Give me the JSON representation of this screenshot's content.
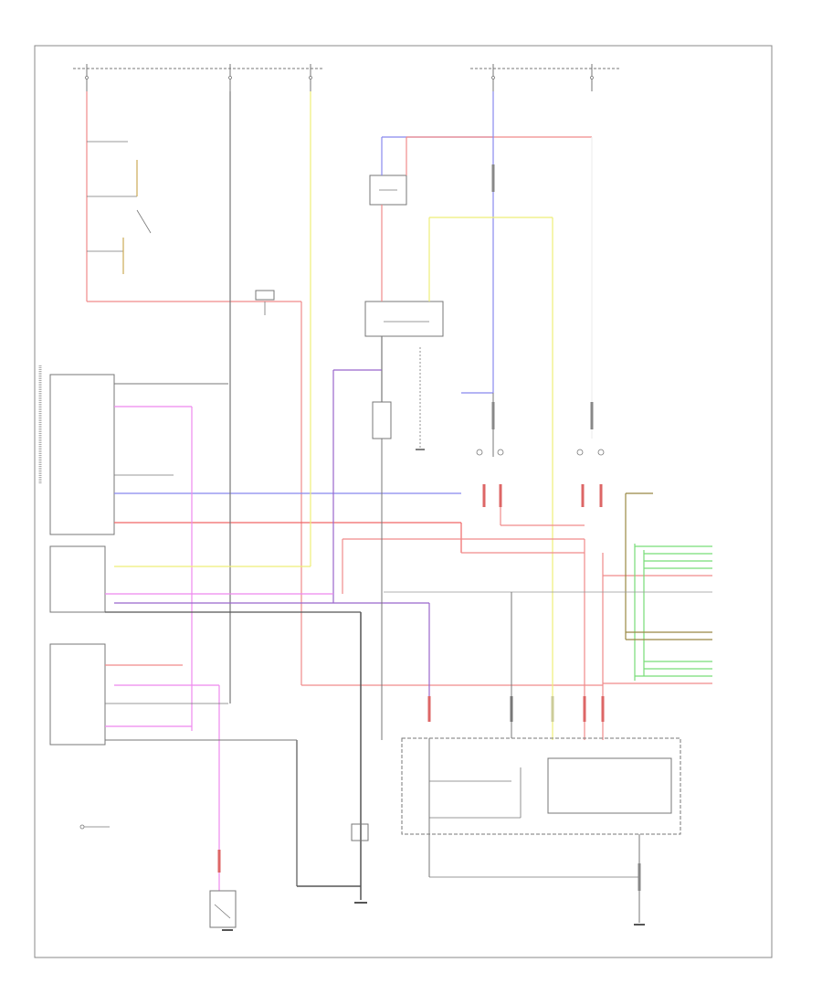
{
  "wire_colors": {
    "red": "#f08a8a",
    "blue": "#8888ee",
    "yellow": "#eeee77",
    "pink": "#ee88ee",
    "purple": "#9966cc",
    "green": "#77dd77",
    "olive": "#998844",
    "dark": "#555555",
    "gray": "#888888"
  },
  "components": [
    {
      "id": "fuse-box-left"
    },
    {
      "id": "fuse-box-center"
    },
    {
      "id": "fuse-box-right"
    },
    {
      "id": "relay-upper"
    },
    {
      "id": "relay-middle"
    },
    {
      "id": "relay-small"
    },
    {
      "id": "control-module-left"
    },
    {
      "id": "instrument-module"
    },
    {
      "id": "control-module-lower"
    },
    {
      "id": "headlight-left"
    },
    {
      "id": "headlight-right"
    },
    {
      "id": "combination-switch"
    },
    {
      "id": "ground-switch"
    },
    {
      "id": "connector-block-right"
    },
    {
      "id": "lamp-bottom"
    }
  ]
}
